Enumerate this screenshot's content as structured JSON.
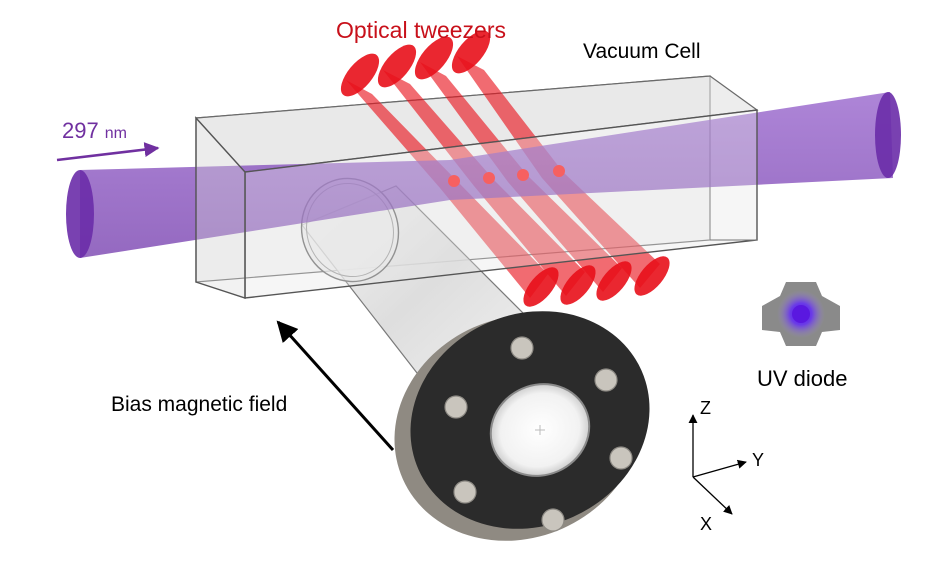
{
  "labels": {
    "optical_tweezers": "Optical tweezers",
    "vacuum_cell": "Vacuum Cell",
    "wavelength_value": "297",
    "wavelength_unit": "nm",
    "bias_field": "Bias magnetic field",
    "uv_diode": "UV diode",
    "axis_z": "Z",
    "axis_y": "Y",
    "axis_x": "X"
  },
  "colors": {
    "tweezer_red": "#e8101a",
    "tweezer_label": "#c8101a",
    "uv_beam": "#7b3fb0",
    "wavelength_label": "#7030a0",
    "cell_outline": "#555555",
    "flange": "#2b2b2b",
    "diode_body": "#8a8a8a",
    "diode_core": "#5a18e0"
  },
  "tweezer_count": 4
}
